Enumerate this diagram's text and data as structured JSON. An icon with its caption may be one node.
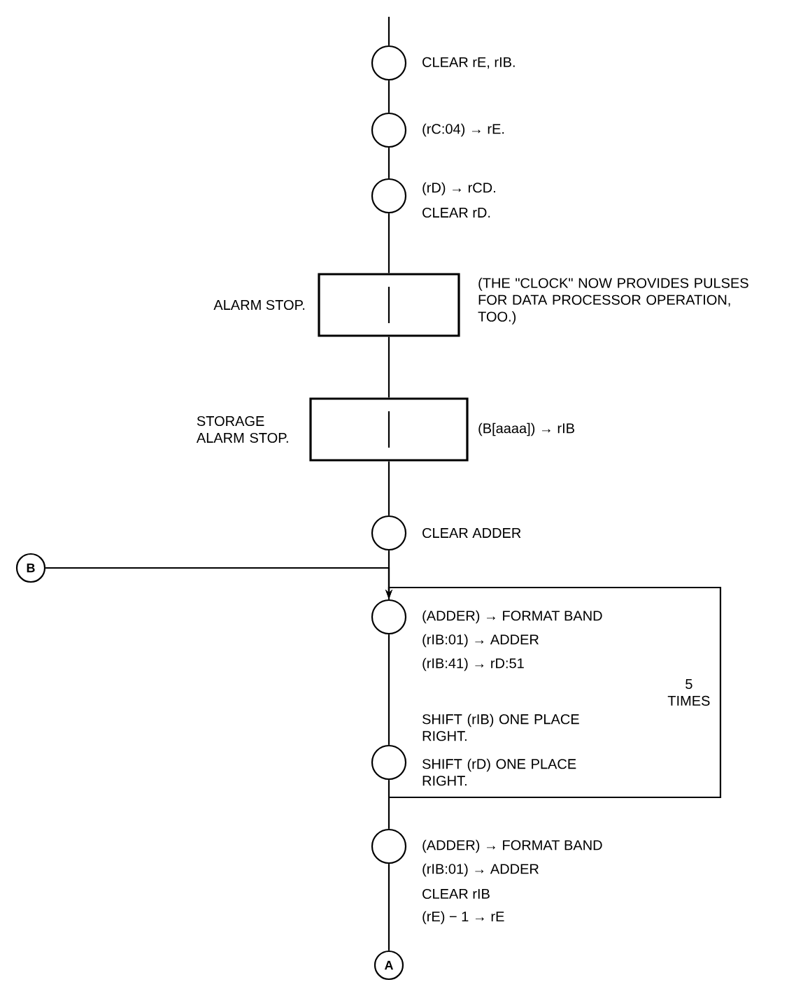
{
  "diagram": {
    "nodes": [
      {
        "text": [],
        "shape": "circle",
        "beside": [
          "CLEAR rE, rIB."
        ]
      },
      {
        "text": [],
        "shape": "circle",
        "beside": [
          "(rC:04) → rE."
        ]
      },
      {
        "text": [],
        "shape": "circle",
        "beside": [
          "(rD) → rCD.",
          "CLEAR rD."
        ]
      },
      {
        "text": [],
        "shape": "box",
        "beside": [
          "ALARM STOP.",
          "(THE \"CLOCK\" NOW PROVIDES PULSES FOR DATA PROCESSOR OPERATION, TOO.)"
        ]
      },
      {
        "text": [],
        "shape": "box",
        "beside": [
          "STORAGE ALARM STOP.",
          "(B[aaaa]) → rIB"
        ]
      },
      {
        "text": [],
        "shape": "circle",
        "beside": [
          "CLEAR ADDER"
        ]
      },
      {
        "text": [
          "B"
        ]
      },
      {
        "text": [],
        "shape": "circle",
        "beside": [
          "(ADDER) → FORMAT BAND",
          "(rIB:01) → ADDER",
          "(rIB:41) → rD:51"
        ]
      },
      {
        "text": [],
        "shape": "circle",
        "beside": [
          "SHIFT (rD) ONE PLACE RIGHT."
        ]
      },
      {
        "text": [],
        "shape": "circle",
        "beside": [
          "(ADDER) → FORMAT BAND",
          "(rIB:01) → ADDER",
          "CLEAR rIB",
          "(rE) − 1 → rE"
        ]
      },
      {
        "text": [
          "A"
        ]
      }
    ],
    "edges": [
      {
        "from": null,
        "to": 0,
        "arrow": "none"
      },
      {
        "from": 0,
        "to": 1,
        "arrow": "none"
      },
      {
        "from": 1,
        "to": 2,
        "arrow": "none"
      },
      {
        "from": 2,
        "to": 3,
        "arrow": "none"
      },
      {
        "from": 3,
        "to": 4,
        "arrow": "none"
      },
      {
        "from": 4,
        "to": 5,
        "arrow": "none"
      },
      {
        "from": 5,
        "to": 7,
        "arrow": "none"
      },
      {
        "from": 6,
        "to": 7,
        "arrow": "to"
      },
      {
        "from": 7,
        "to": 8,
        "arrow": "none"
      },
      {
        "from": 8,
        "to": 7,
        "arrow": "to",
        "label": "5 TIMES"
      },
      {
        "from": 8,
        "to": 9,
        "arrow": "none"
      },
      {
        "from": 9,
        "to": 10,
        "arrow": "none"
      }
    ],
    "labels": [
      "SHIFT (rIB) ONE PLACE RIGHT."
    ]
  }
}
